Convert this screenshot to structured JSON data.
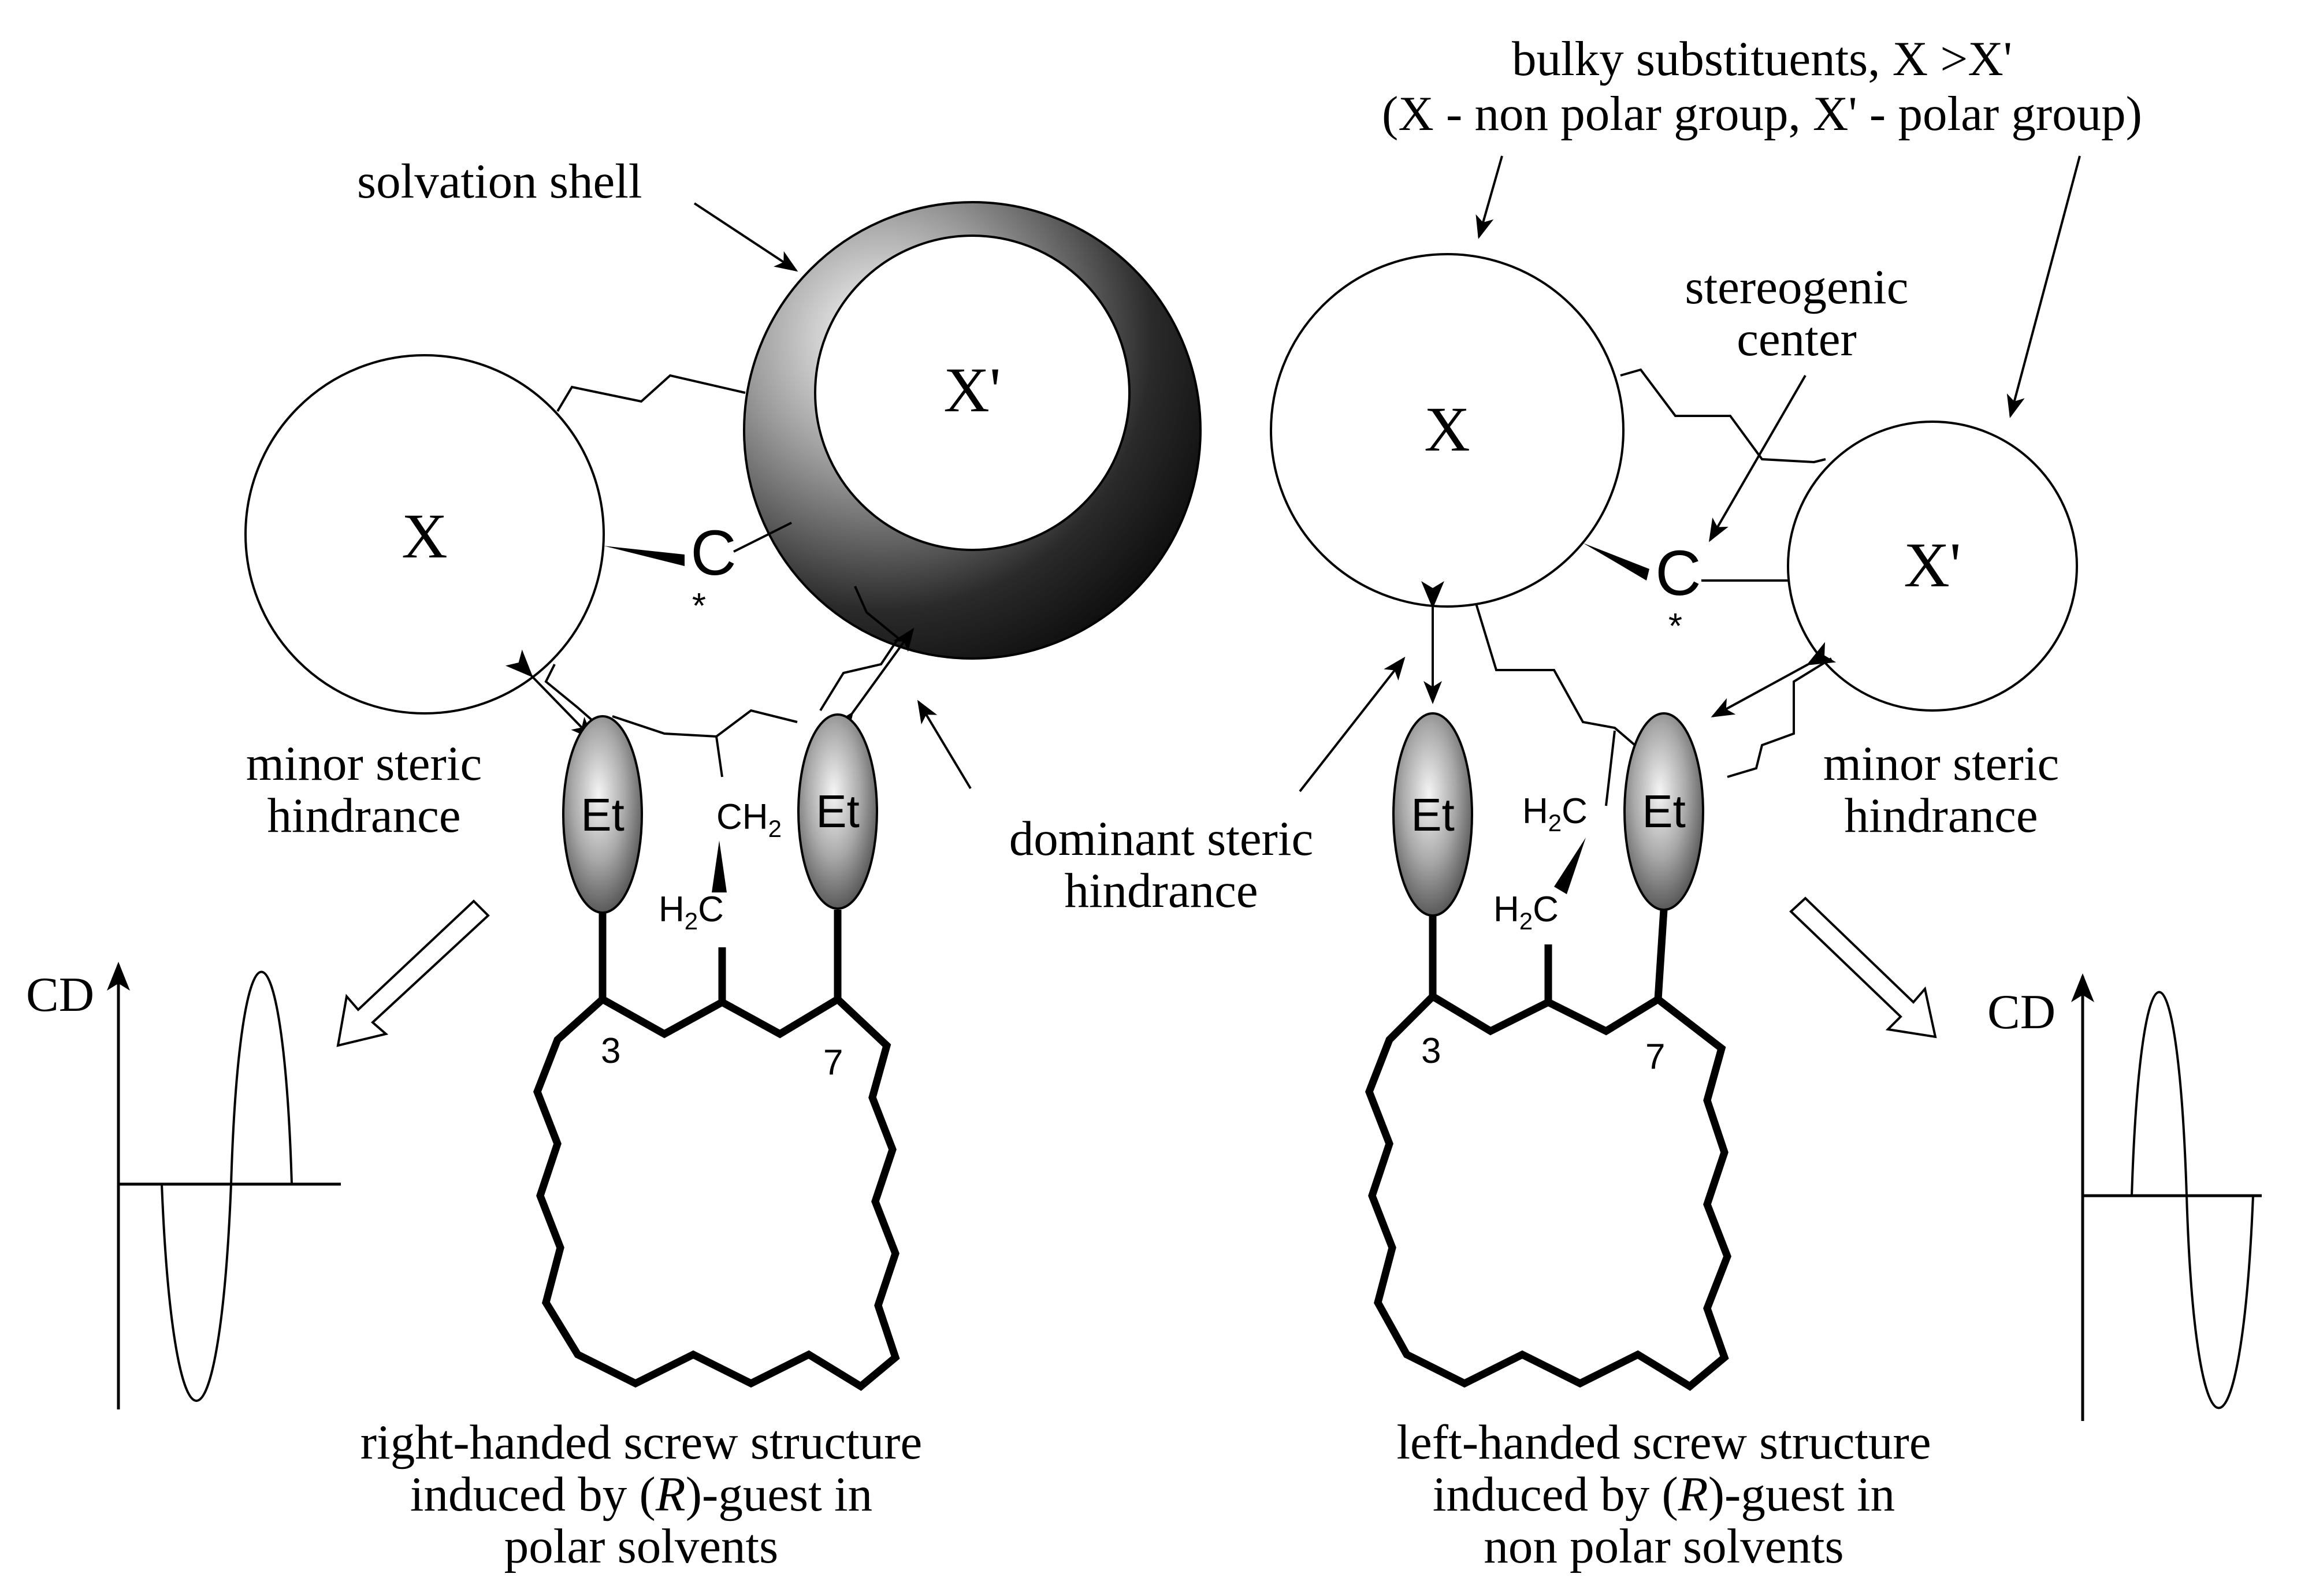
{
  "labels": {
    "solvation_shell": "solvation shell",
    "bulky_line1": "bulky substituents, X >X'",
    "bulky_line2": "(X - non polar group, X' - polar group)",
    "stereogenic_line1": "stereogenic",
    "stereogenic_line2": "center",
    "minor_left_1": "minor steric",
    "minor_left_2": "hindrance",
    "minor_right_1": "minor steric",
    "minor_right_2": "hindrance",
    "dominant_1": "dominant steric",
    "dominant_2": "hindrance",
    "cd_left": "CD",
    "cd_right": "CD"
  },
  "groups": {
    "x": "X",
    "x_prime": "X'",
    "carbon": "C",
    "star": "*",
    "ethyl": "Et",
    "ch": "CH",
    "hc": "H",
    "c": "C",
    "two": "2",
    "pos3": "3",
    "pos7": "7"
  },
  "captions": {
    "left_line1": "right-handed screw structure",
    "left_line2_pre": "induced by (",
    "left_line2_r": "R",
    "left_line2_post": ")-guest in",
    "left_line3": "polar solvents",
    "right_line1": "left-handed screw structure",
    "right_line2_pre": "induced by (",
    "right_line2_r": "R",
    "right_line2_post": ")-guest in",
    "right_line3": "non polar solvents"
  },
  "colors": {
    "ink": "#000000",
    "background": "#ffffff",
    "ring_dark": "#0a0a0a",
    "ring_light": "#ffffff",
    "ellipse_mid": "#8a8a8a"
  }
}
